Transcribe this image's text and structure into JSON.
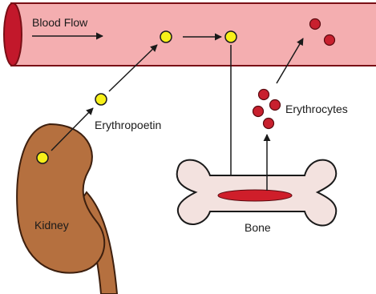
{
  "labels": {
    "blood_flow": "Blood Flow",
    "erythropoetin": "Erythropoetin",
    "erythrocytes": "Erythrocytes",
    "kidney": "Kidney",
    "bone": "Bone"
  },
  "colors": {
    "vessel": "#f4aeb0",
    "vessel_dark": "#c2182b",
    "hormone": "#f7f019",
    "cell": "#c8202e",
    "kidney": "#b5703f",
    "bone": "#f3e2df",
    "marrow": "#cf1e2a"
  }
}
